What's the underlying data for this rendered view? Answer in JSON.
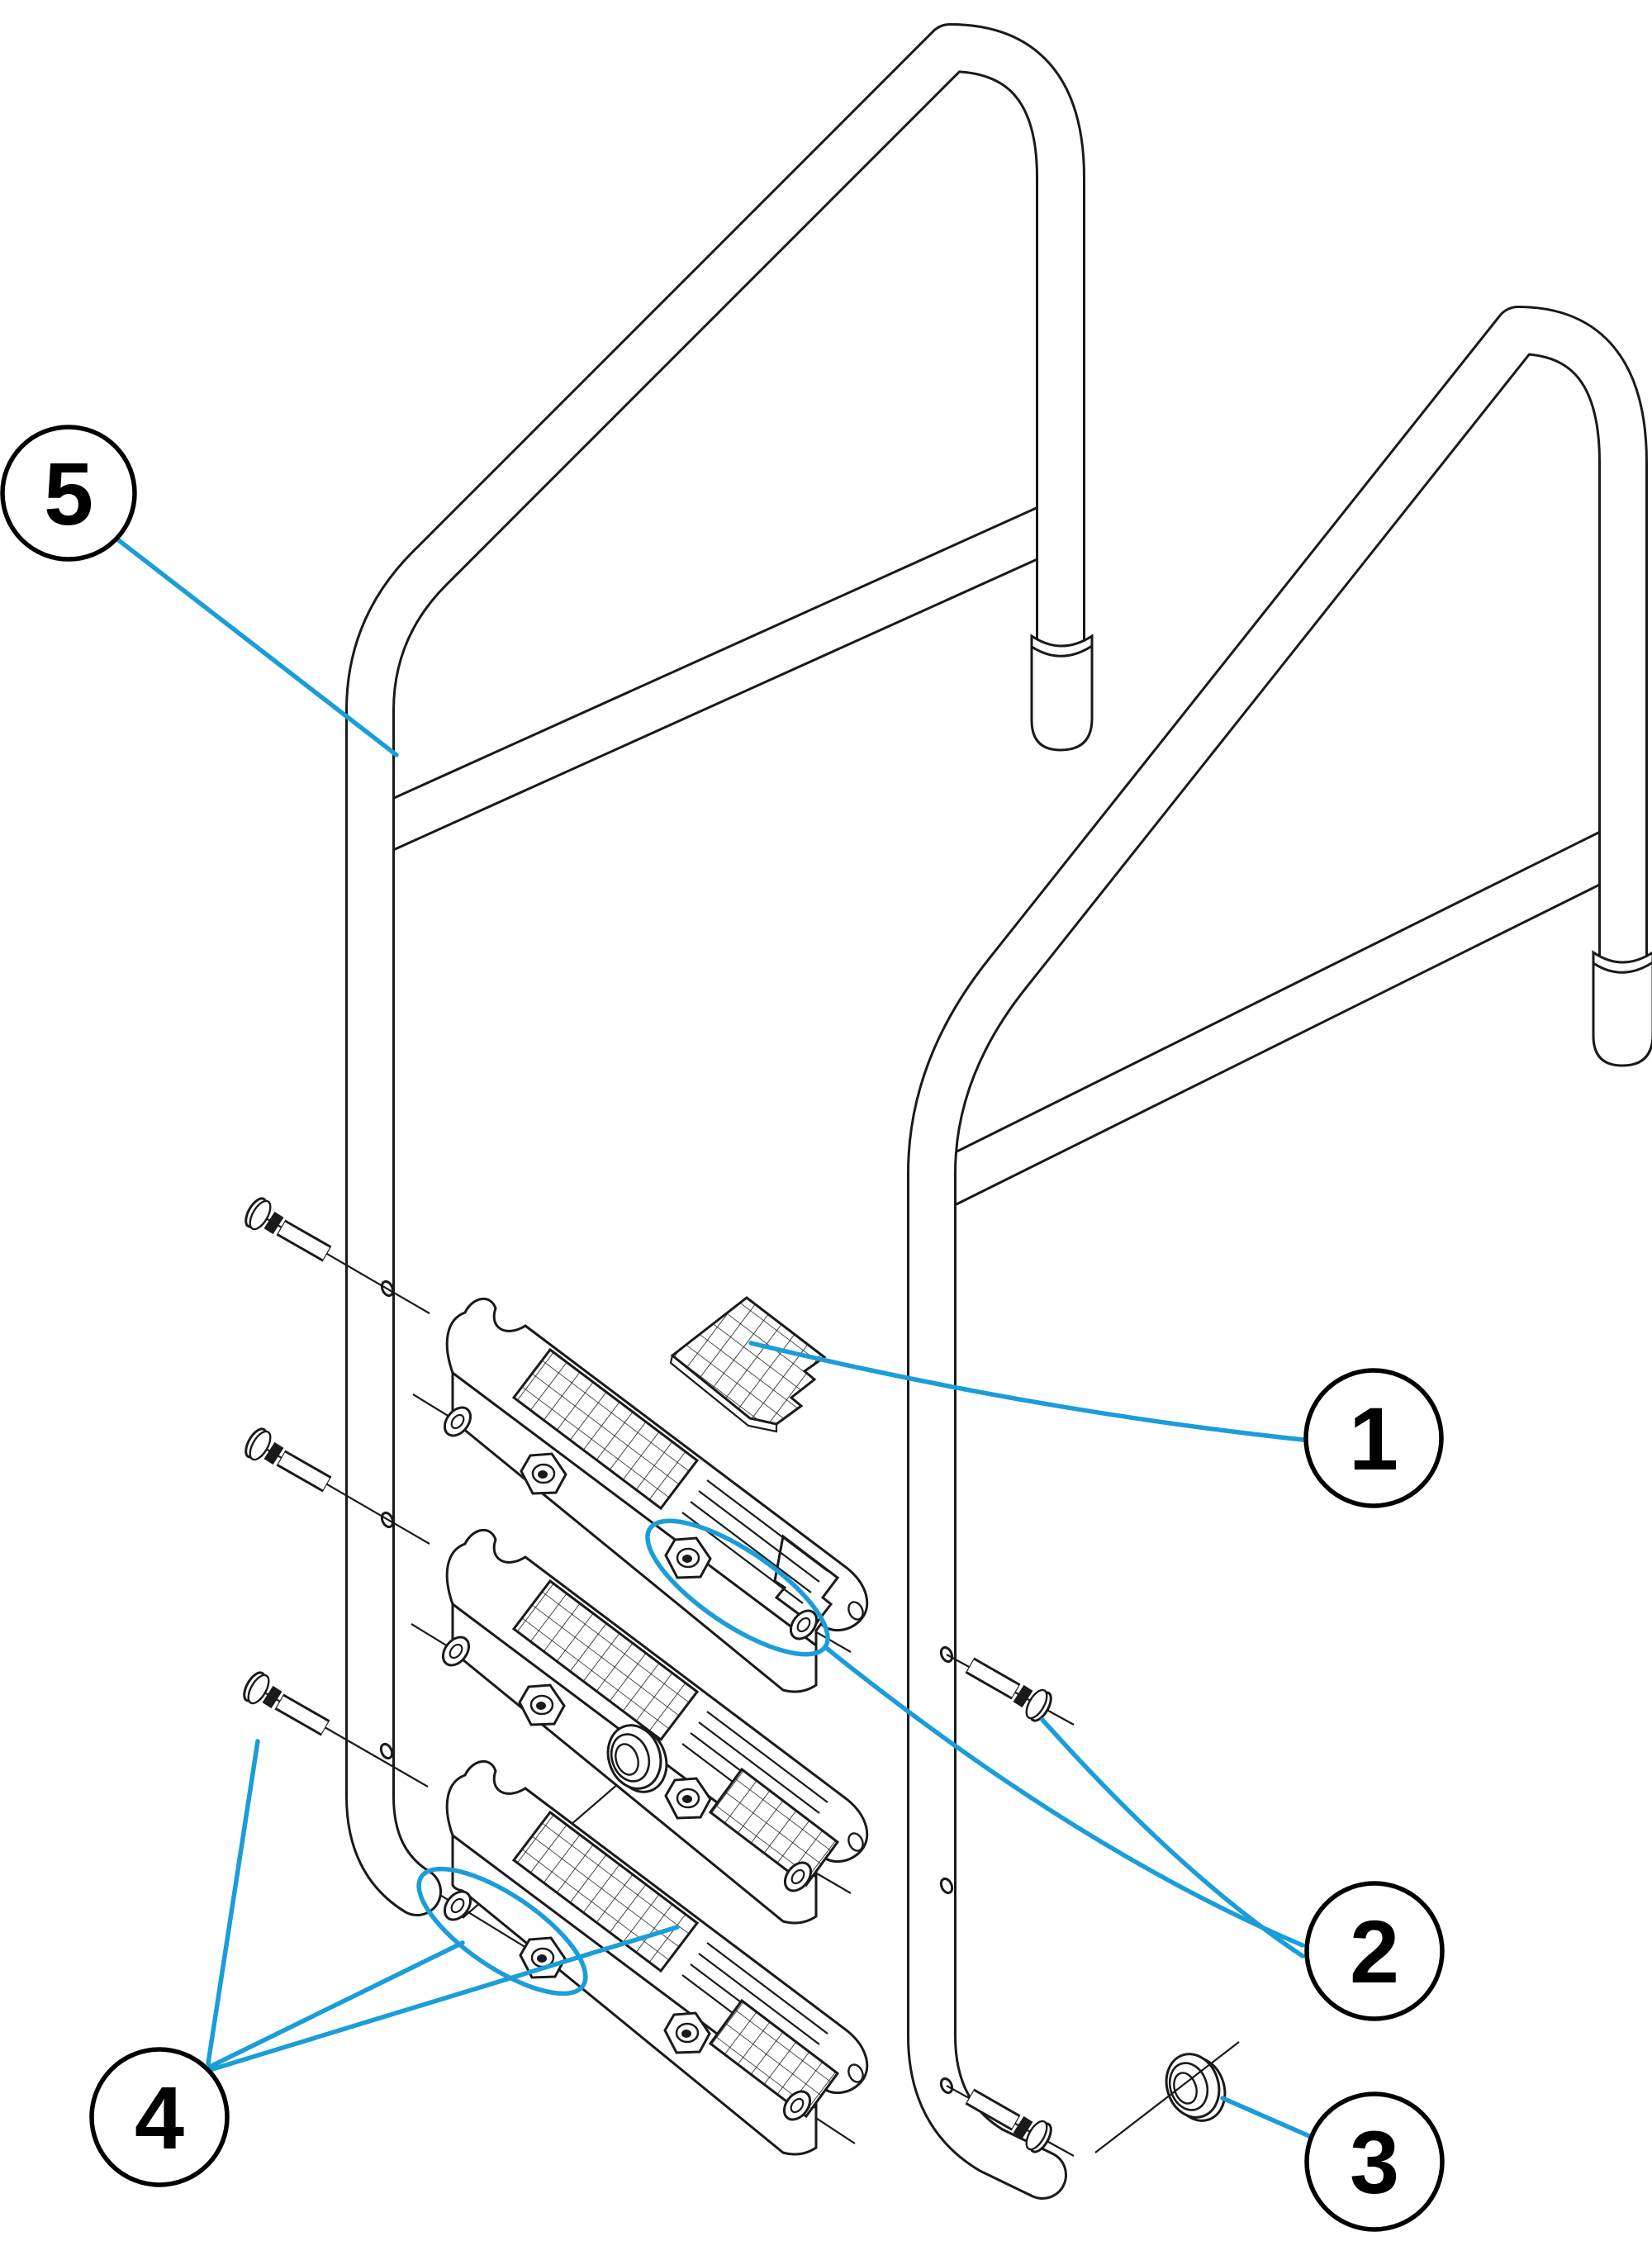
{
  "diagram": {
    "type": "exploded-parts-diagram",
    "subject": "Swimming pool ladder with three anti-slip steps, exploded assembly view",
    "background_color": "#ffffff",
    "line_color": "#1a1a1a",
    "leader_color": "#1b9dd8",
    "callouts": [
      {
        "number": "1",
        "part": "anti-slip tread insert plate"
      },
      {
        "number": "2",
        "part": "step fixing set, right side: nut, washer and screw"
      },
      {
        "number": "3",
        "part": "wall anchor escutcheon cap"
      },
      {
        "number": "4",
        "part": "step fixing set, left side: screw, nut and washer"
      },
      {
        "number": "5",
        "part": "handrail tube of ladder"
      }
    ]
  }
}
